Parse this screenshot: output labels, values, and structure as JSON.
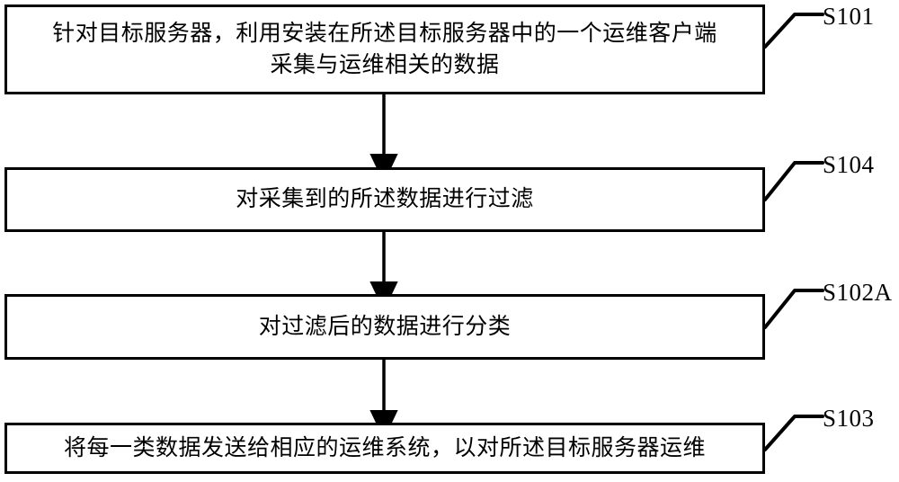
{
  "diagram": {
    "type": "flowchart",
    "orientation": "vertical",
    "title": "",
    "colors": {
      "stroke": "#000000",
      "fill": "#ffffff",
      "text": "#000000"
    },
    "steps": [
      {
        "ref": "S101",
        "text": "针对目标服务器，利用安装在所述目标服务器中的一个运维客户端\n采集与运维相关的数据"
      },
      {
        "ref": "S104",
        "text": "对采集到的所述数据进行过滤"
      },
      {
        "ref": "S102A",
        "text": "对过滤后的数据进行分类"
      },
      {
        "ref": "S103",
        "text": "将每一类数据发送给相应的运维系统，以对所述目标服务器运维"
      }
    ],
    "connectors": [
      {
        "from": "S101",
        "to": "S104",
        "arrow": "down"
      },
      {
        "from": "S104",
        "to": "S102A",
        "arrow": "down"
      },
      {
        "from": "S102A",
        "to": "S103",
        "arrow": "down"
      }
    ]
  }
}
